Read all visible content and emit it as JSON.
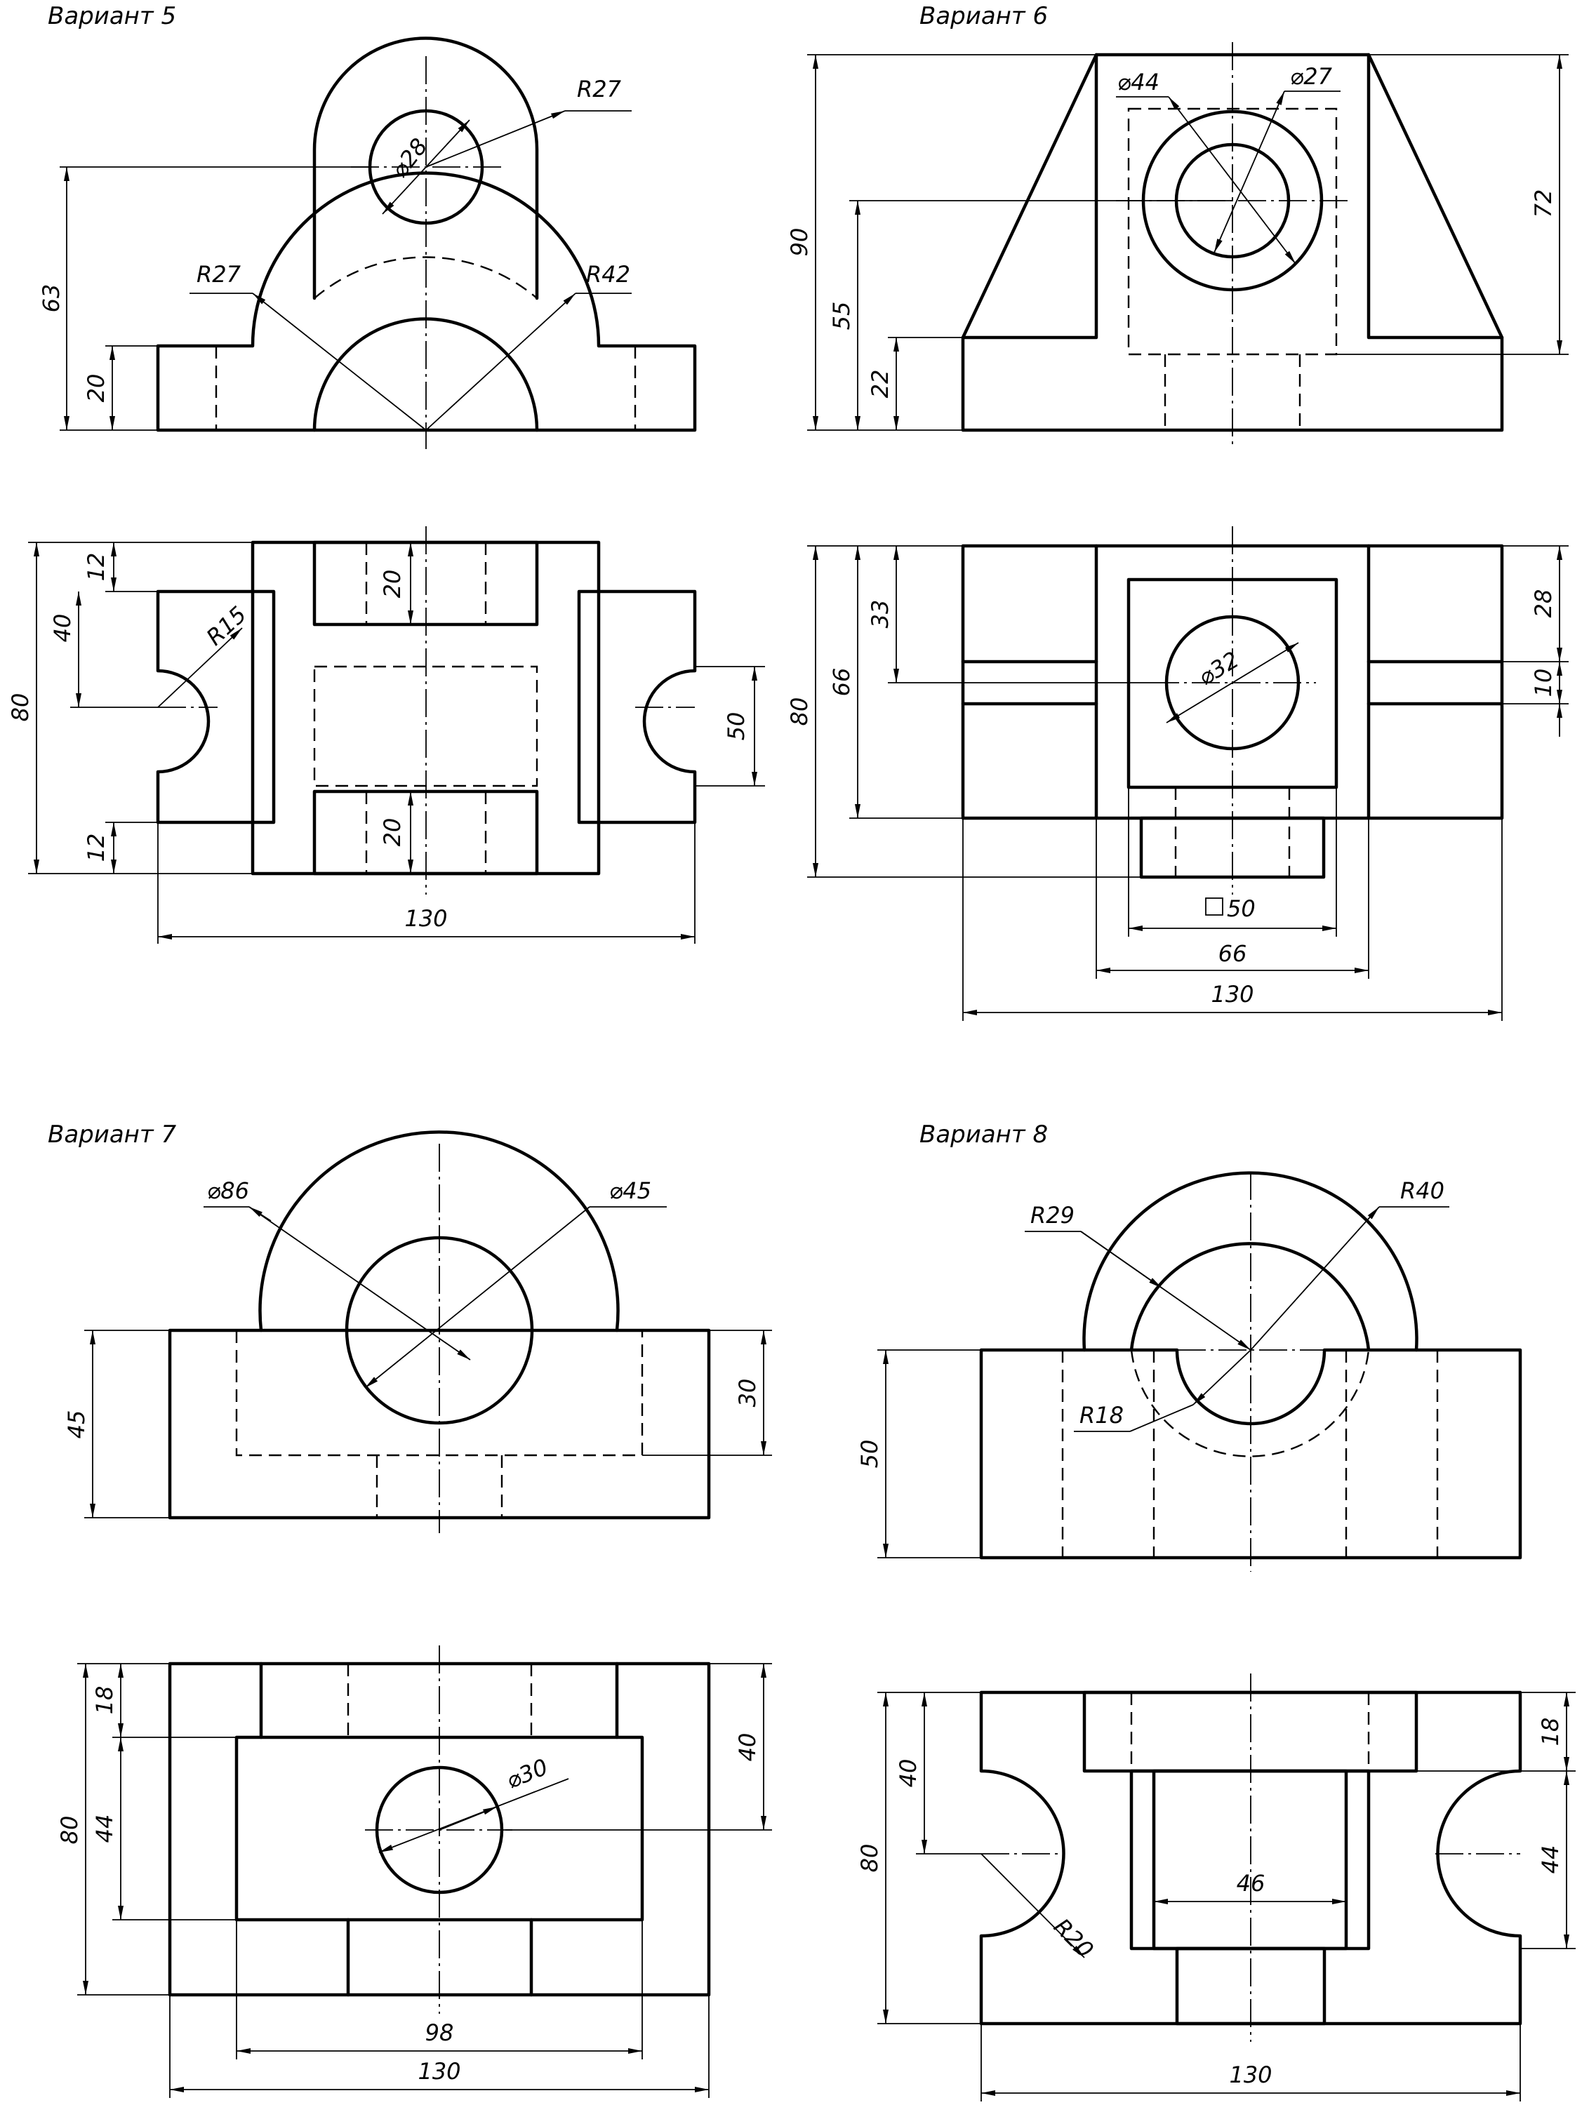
{
  "variants": [
    {
      "title": "Вариант 5",
      "front_dims": {
        "r_top": "R27",
        "d_hole": "⌀28",
        "r_inner": "R27",
        "r_outer": "R42",
        "h_total": "63",
        "h_base": "20"
      },
      "top_dims": {
        "w80": "80",
        "w40": "40",
        "w12a": "12",
        "w12b": "12",
        "r15": "R15",
        "s20a": "20",
        "s20b": "20",
        "w50": "50",
        "l130": "130"
      }
    },
    {
      "title": "Вариант 6",
      "front_dims": {
        "d44": "⌀44",
        "d27": "⌀27",
        "h90": "90",
        "h55": "55",
        "h22": "22",
        "h72": "72"
      },
      "top_dims": {
        "w80": "80",
        "w66": "66",
        "w33": "33",
        "w28": "28",
        "w10": "10",
        "d32": "⌀32",
        "sq50": "50",
        "l66": "66",
        "l130": "130"
      }
    },
    {
      "title": "Вариант 7",
      "front_dims": {
        "d86": "⌀86",
        "d45": "⌀45",
        "h45": "45",
        "h30": "30"
      },
      "top_dims": {
        "w80": "80",
        "w18": "18",
        "w44": "44",
        "w40": "40",
        "d30": "⌀30",
        "l98": "98",
        "l130": "130"
      }
    },
    {
      "title": "Вариант 8",
      "front_dims": {
        "r29": "R29",
        "r40": "R40",
        "r18": "R18",
        "h50": "50"
      },
      "top_dims": {
        "w80": "80",
        "w40": "40",
        "w18": "18",
        "w44": "44",
        "r20": "R20",
        "l46": "46",
        "l130": "130"
      }
    }
  ]
}
